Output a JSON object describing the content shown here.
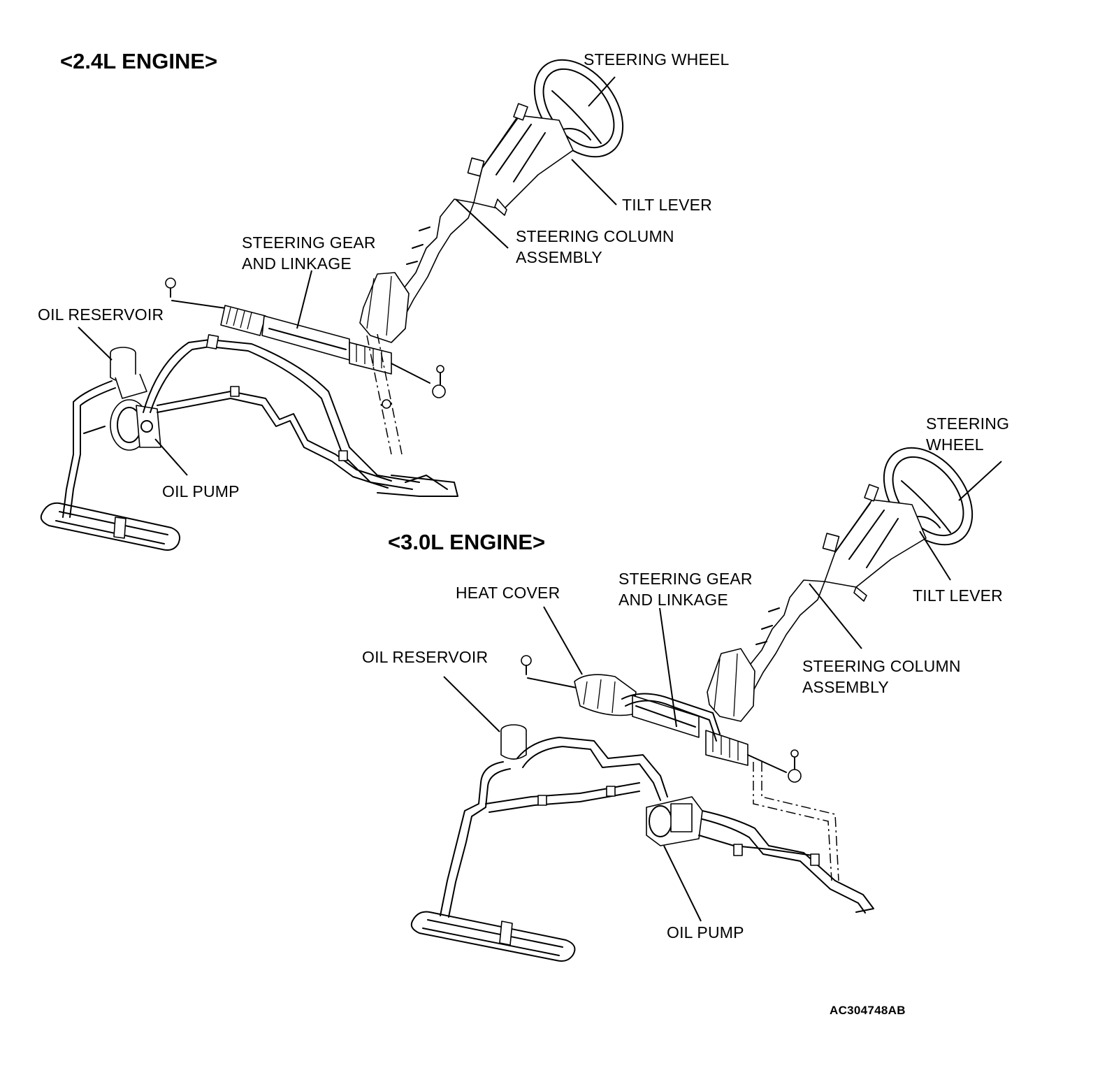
{
  "diagram_24": {
    "title": "<2.4L ENGINE>",
    "labels": {
      "steering_wheel": "STEERING WHEEL",
      "tilt_lever": "TILT LEVER",
      "steering_column": [
        "STEERING COLUMN",
        "ASSEMBLY"
      ],
      "steering_gear": [
        "STEERING GEAR",
        "AND LINKAGE"
      ],
      "oil_reservoir": "OIL RESERVOIR",
      "oil_pump": "OIL PUMP"
    }
  },
  "diagram_30": {
    "title": "<3.0L ENGINE>",
    "labels": {
      "steering_wheel": [
        "STEERING",
        "WHEEL"
      ],
      "tilt_lever": "TILT LEVER",
      "steering_column": [
        "STEERING COLUMN",
        "ASSEMBLY"
      ],
      "steering_gear": [
        "STEERING GEAR",
        "AND LINKAGE"
      ],
      "heat_cover": "HEAT COVER",
      "oil_reservoir": "OIL RESERVOIR",
      "oil_pump": "OIL PUMP"
    }
  },
  "figure_code": "AC304748AB"
}
